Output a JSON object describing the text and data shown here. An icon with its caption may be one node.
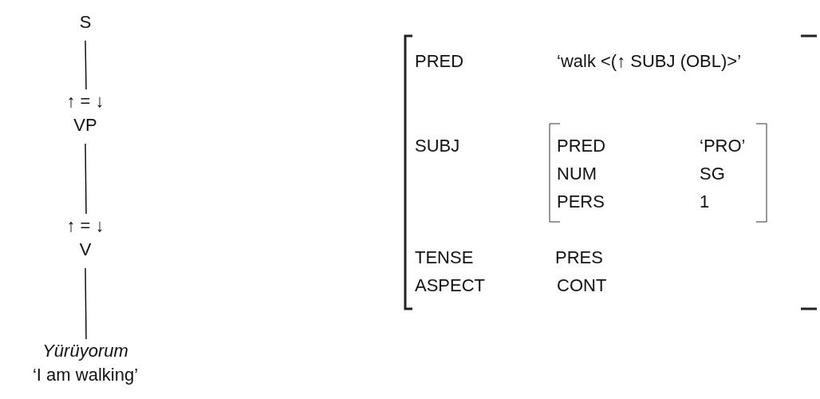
{
  "diagram": {
    "nodes": [
      {
        "text": [
          "S"
        ]
      },
      {
        "text": [
          "VP"
        ],
        "beside": [
          "↑ = ↓"
        ]
      },
      {
        "text": [
          "V"
        ],
        "beside": [
          "↑ = ↓"
        ]
      },
      {
        "text": [
          "Yürüyorum",
          "‘I am walking’"
        ]
      }
    ],
    "edges": [
      {
        "from": 0,
        "to": 1,
        "arrow": "none"
      },
      {
        "from": 1,
        "to": 2,
        "arrow": "none"
      },
      {
        "from": 2,
        "to": 3,
        "arrow": "none"
      }
    ],
    "labels": [
      "PRED",
      "‘walk <(↑ SUBJ (OBL)>’",
      "SUBJ",
      "PRED",
      "‘PRO’",
      "NUM",
      "SG",
      "PERS",
      "1",
      "TENSE",
      "PRES",
      "ASPECT",
      "CONT"
    ]
  }
}
